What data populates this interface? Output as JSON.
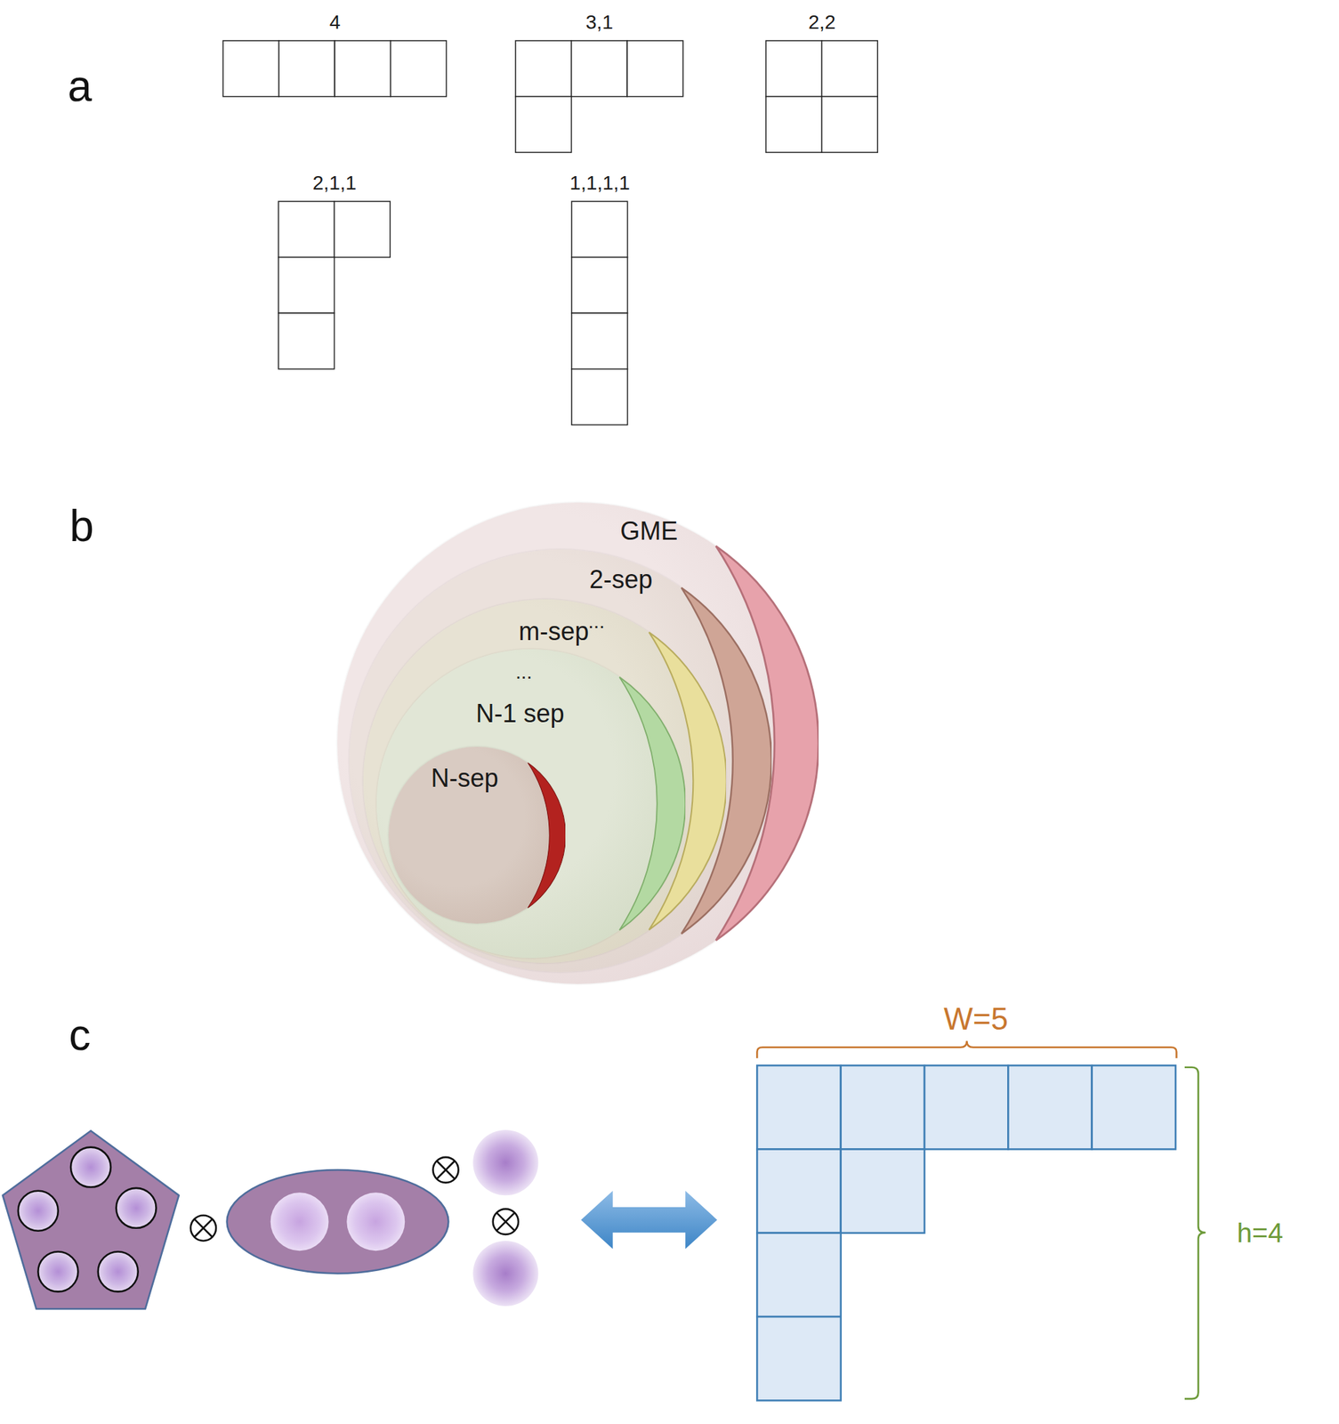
{
  "diagram": {
    "nodes": [
      {
        "text": [
          "4"
        ]
      },
      {
        "text": [
          "3,1"
        ]
      },
      {
        "text": [
          "2,2"
        ]
      },
      {
        "text": [
          "2,1,1"
        ]
      },
      {
        "text": [
          "1,1,1,1"
        ]
      },
      {
        "text": [
          "GME"
        ]
      },
      {
        "text": [
          "2-sep"
        ],
        "in": 5
      },
      {
        "text": [
          "m-sep"
        ],
        "in": 6
      },
      {
        "text": [
          "N-1 sep"
        ],
        "in": 7
      },
      {
        "text": [
          "N-sep"
        ],
        "in": 8
      }
    ],
    "labels": [
      "a",
      "b",
      "...",
      "...",
      "c",
      "W=5",
      "h=4"
    ]
  }
}
